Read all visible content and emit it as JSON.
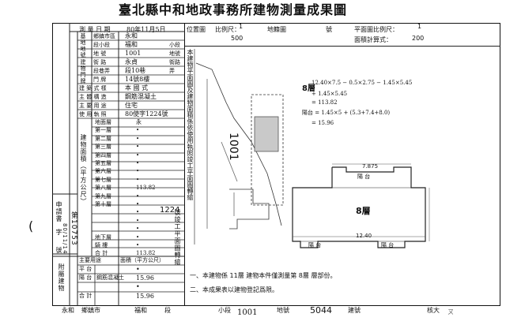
{
  "title": "臺北縣中和地政事務所建物測量成果圖",
  "header": {
    "survey_date_label": "測 量 日 期",
    "survey_date_value": "80年11月5日",
    "location_label": "位置圖",
    "scale_label": "比例尺：",
    "scale_top": "1",
    "scale_bottom": "500",
    "map_label": "地籍圖",
    "map_no_label": "號",
    "plan_scale_label": "平面圖比例尺：",
    "plan_scale_top": "1",
    "plan_scale_bottom": "200",
    "area_calc_label": "面積計算式："
  },
  "left_table": {
    "group_label": "基地地號",
    "building_no_label": "建物門牌",
    "rows": [
      {
        "label": "鄉鎮市區",
        "value": "永和"
      },
      {
        "label": "段小段",
        "value": "福和",
        "suffix": "小段"
      },
      {
        "label": "地 號",
        "value": "1001",
        "suffix": "地號"
      },
      {
        "label": "街 路",
        "value": "永貞",
        "suffix": "街路"
      },
      {
        "label": "段巷弄",
        "value": "段10巷",
        "suffix": "弄"
      },
      {
        "label": "門 牌",
        "value": "14號8樓"
      },
      {
        "label": "建 築 式 樣",
        "value": "本 國 式"
      },
      {
        "label": "主 體 構 造",
        "value": "鋼筋混凝土"
      },
      {
        "label": "主 要 用 途",
        "value": "住宅"
      },
      {
        "label": "使 用 執 照",
        "value": "80使字1224號"
      }
    ],
    "area_group_label": "建物面積（平方公尺）",
    "floors": [
      {
        "label": "地面層",
        "value": "永"
      },
      {
        "label": "第一層",
        "value": "•"
      },
      {
        "label": "第二層",
        "value": "•"
      },
      {
        "label": "第三層",
        "value": "•"
      },
      {
        "label": "第四層",
        "value": "•"
      },
      {
        "label": "第五層",
        "value": "•"
      },
      {
        "label": "第六層",
        "value": "•"
      },
      {
        "label": "第七層",
        "value": "•"
      },
      {
        "label": "第八層",
        "value": "113.82"
      },
      {
        "label": "第九層",
        "value": "•"
      },
      {
        "label": "第十層",
        "value": "•"
      },
      {
        "label": "",
        "value": "•"
      },
      {
        "label": "",
        "value": "•"
      },
      {
        "label": "",
        "value": "•"
      },
      {
        "label": "地下層",
        "value": "•"
      },
      {
        "label": "騎 樓",
        "value": "•"
      },
      {
        "label": "合 計",
        "value": "113.82"
      }
    ],
    "side_labels": {
      "applicant": "申請書",
      "word": "字",
      "number": "號",
      "handwritten_code": "第10753",
      "date": "80/11/14"
    },
    "attached_label": "附屬建物",
    "attached_header": "主要用途",
    "attached_unit": "面積（平方公尺）",
    "attached": [
      {
        "label": "平 台",
        "use": "",
        "value": "•"
      },
      {
        "label": "陽 台",
        "use": "鋼筋混凝土",
        "value": "15.96"
      },
      {
        "label": "",
        "use": "",
        "value": "•"
      },
      {
        "label": "合 計",
        "use": "",
        "value": "15.96"
      }
    ]
  },
  "plan": {
    "lot_number": "1001",
    "side_number": "1224",
    "vertical_notes": "本建物平面圖及建物面積係依使用執照竣工平面圖轉繪",
    "right_vertical": "號竣工平面圖轉繪",
    "floor_label": "8層",
    "balcony_top": "陽 台",
    "balcony_bottom_left": "陽 台",
    "balcony_bottom_right": "陽 台",
    "formula_lines": [
      "12.40×7.5 − 0.5×2.75 − 1.45×5.45",
      "+ 1.45×5.45",
      "= 113.82",
      "陽台 = 1.45×5 + (5.3+7.4+8.0)",
      "= 15.96"
    ],
    "dims": [
      "7.875",
      "12.40"
    ]
  },
  "notes": [
    "一、本建物係 11層 建物本件僅測量第 8層 層部份。",
    "二、本成果表以建物登記爲限。"
  ],
  "footer": {
    "district": "永和",
    "district_label": "鄉鎮市",
    "section": "福和",
    "section_label": "段",
    "subsection_label": "小段",
    "land_no": "1001",
    "land_label": "地號",
    "building_no": "5044",
    "building_label": "建號",
    "checker_label": "核大",
    "signature": "ㄡ"
  },
  "left_mark": "("
}
